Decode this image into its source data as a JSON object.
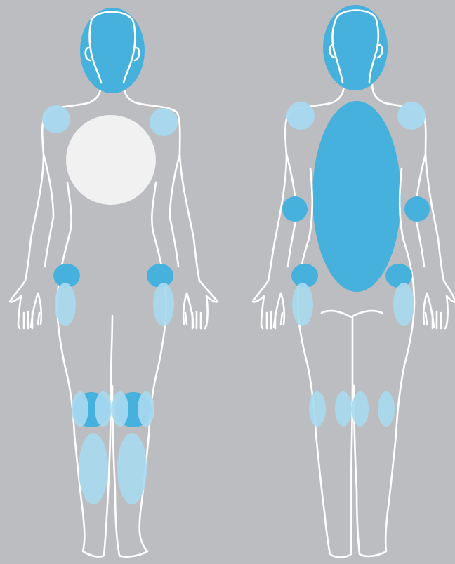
{
  "colors": {
    "background": "#bcbdc0",
    "outline": "#ffffff",
    "region_solid": "#45b1dc",
    "region_light": "#a8d9f0",
    "region_white": "#f1f1f1"
  },
  "figures": [
    {
      "view": "front",
      "regions": [
        {
          "name": "head",
          "style": "solid"
        },
        {
          "name": "left-shoulder",
          "style": "light"
        },
        {
          "name": "right-shoulder",
          "style": "light"
        },
        {
          "name": "chest",
          "style": "white"
        },
        {
          "name": "left-hip",
          "style": "solid"
        },
        {
          "name": "right-hip",
          "style": "solid"
        },
        {
          "name": "left-thigh-side",
          "style": "light"
        },
        {
          "name": "right-thigh-side",
          "style": "light"
        },
        {
          "name": "left-knee",
          "style": "solid"
        },
        {
          "name": "right-knee",
          "style": "solid"
        },
        {
          "name": "left-knee-outer",
          "style": "light"
        },
        {
          "name": "left-knee-inner",
          "style": "light"
        },
        {
          "name": "right-knee-inner",
          "style": "light"
        },
        {
          "name": "right-knee-outer",
          "style": "light"
        },
        {
          "name": "left-shin",
          "style": "light"
        },
        {
          "name": "right-shin",
          "style": "light"
        }
      ]
    },
    {
      "view": "back",
      "regions": [
        {
          "name": "head",
          "style": "solid"
        },
        {
          "name": "left-shoulder",
          "style": "light"
        },
        {
          "name": "right-shoulder",
          "style": "light"
        },
        {
          "name": "back",
          "style": "solid"
        },
        {
          "name": "left-elbow",
          "style": "solid"
        },
        {
          "name": "right-elbow",
          "style": "solid"
        },
        {
          "name": "left-hip",
          "style": "solid"
        },
        {
          "name": "right-hip",
          "style": "solid"
        },
        {
          "name": "left-thigh-side",
          "style": "light"
        },
        {
          "name": "right-thigh-side",
          "style": "light"
        },
        {
          "name": "left-knee-outer",
          "style": "light"
        },
        {
          "name": "left-knee-inner",
          "style": "light"
        },
        {
          "name": "right-knee-inner",
          "style": "light"
        },
        {
          "name": "right-knee-outer",
          "style": "light"
        }
      ]
    }
  ]
}
